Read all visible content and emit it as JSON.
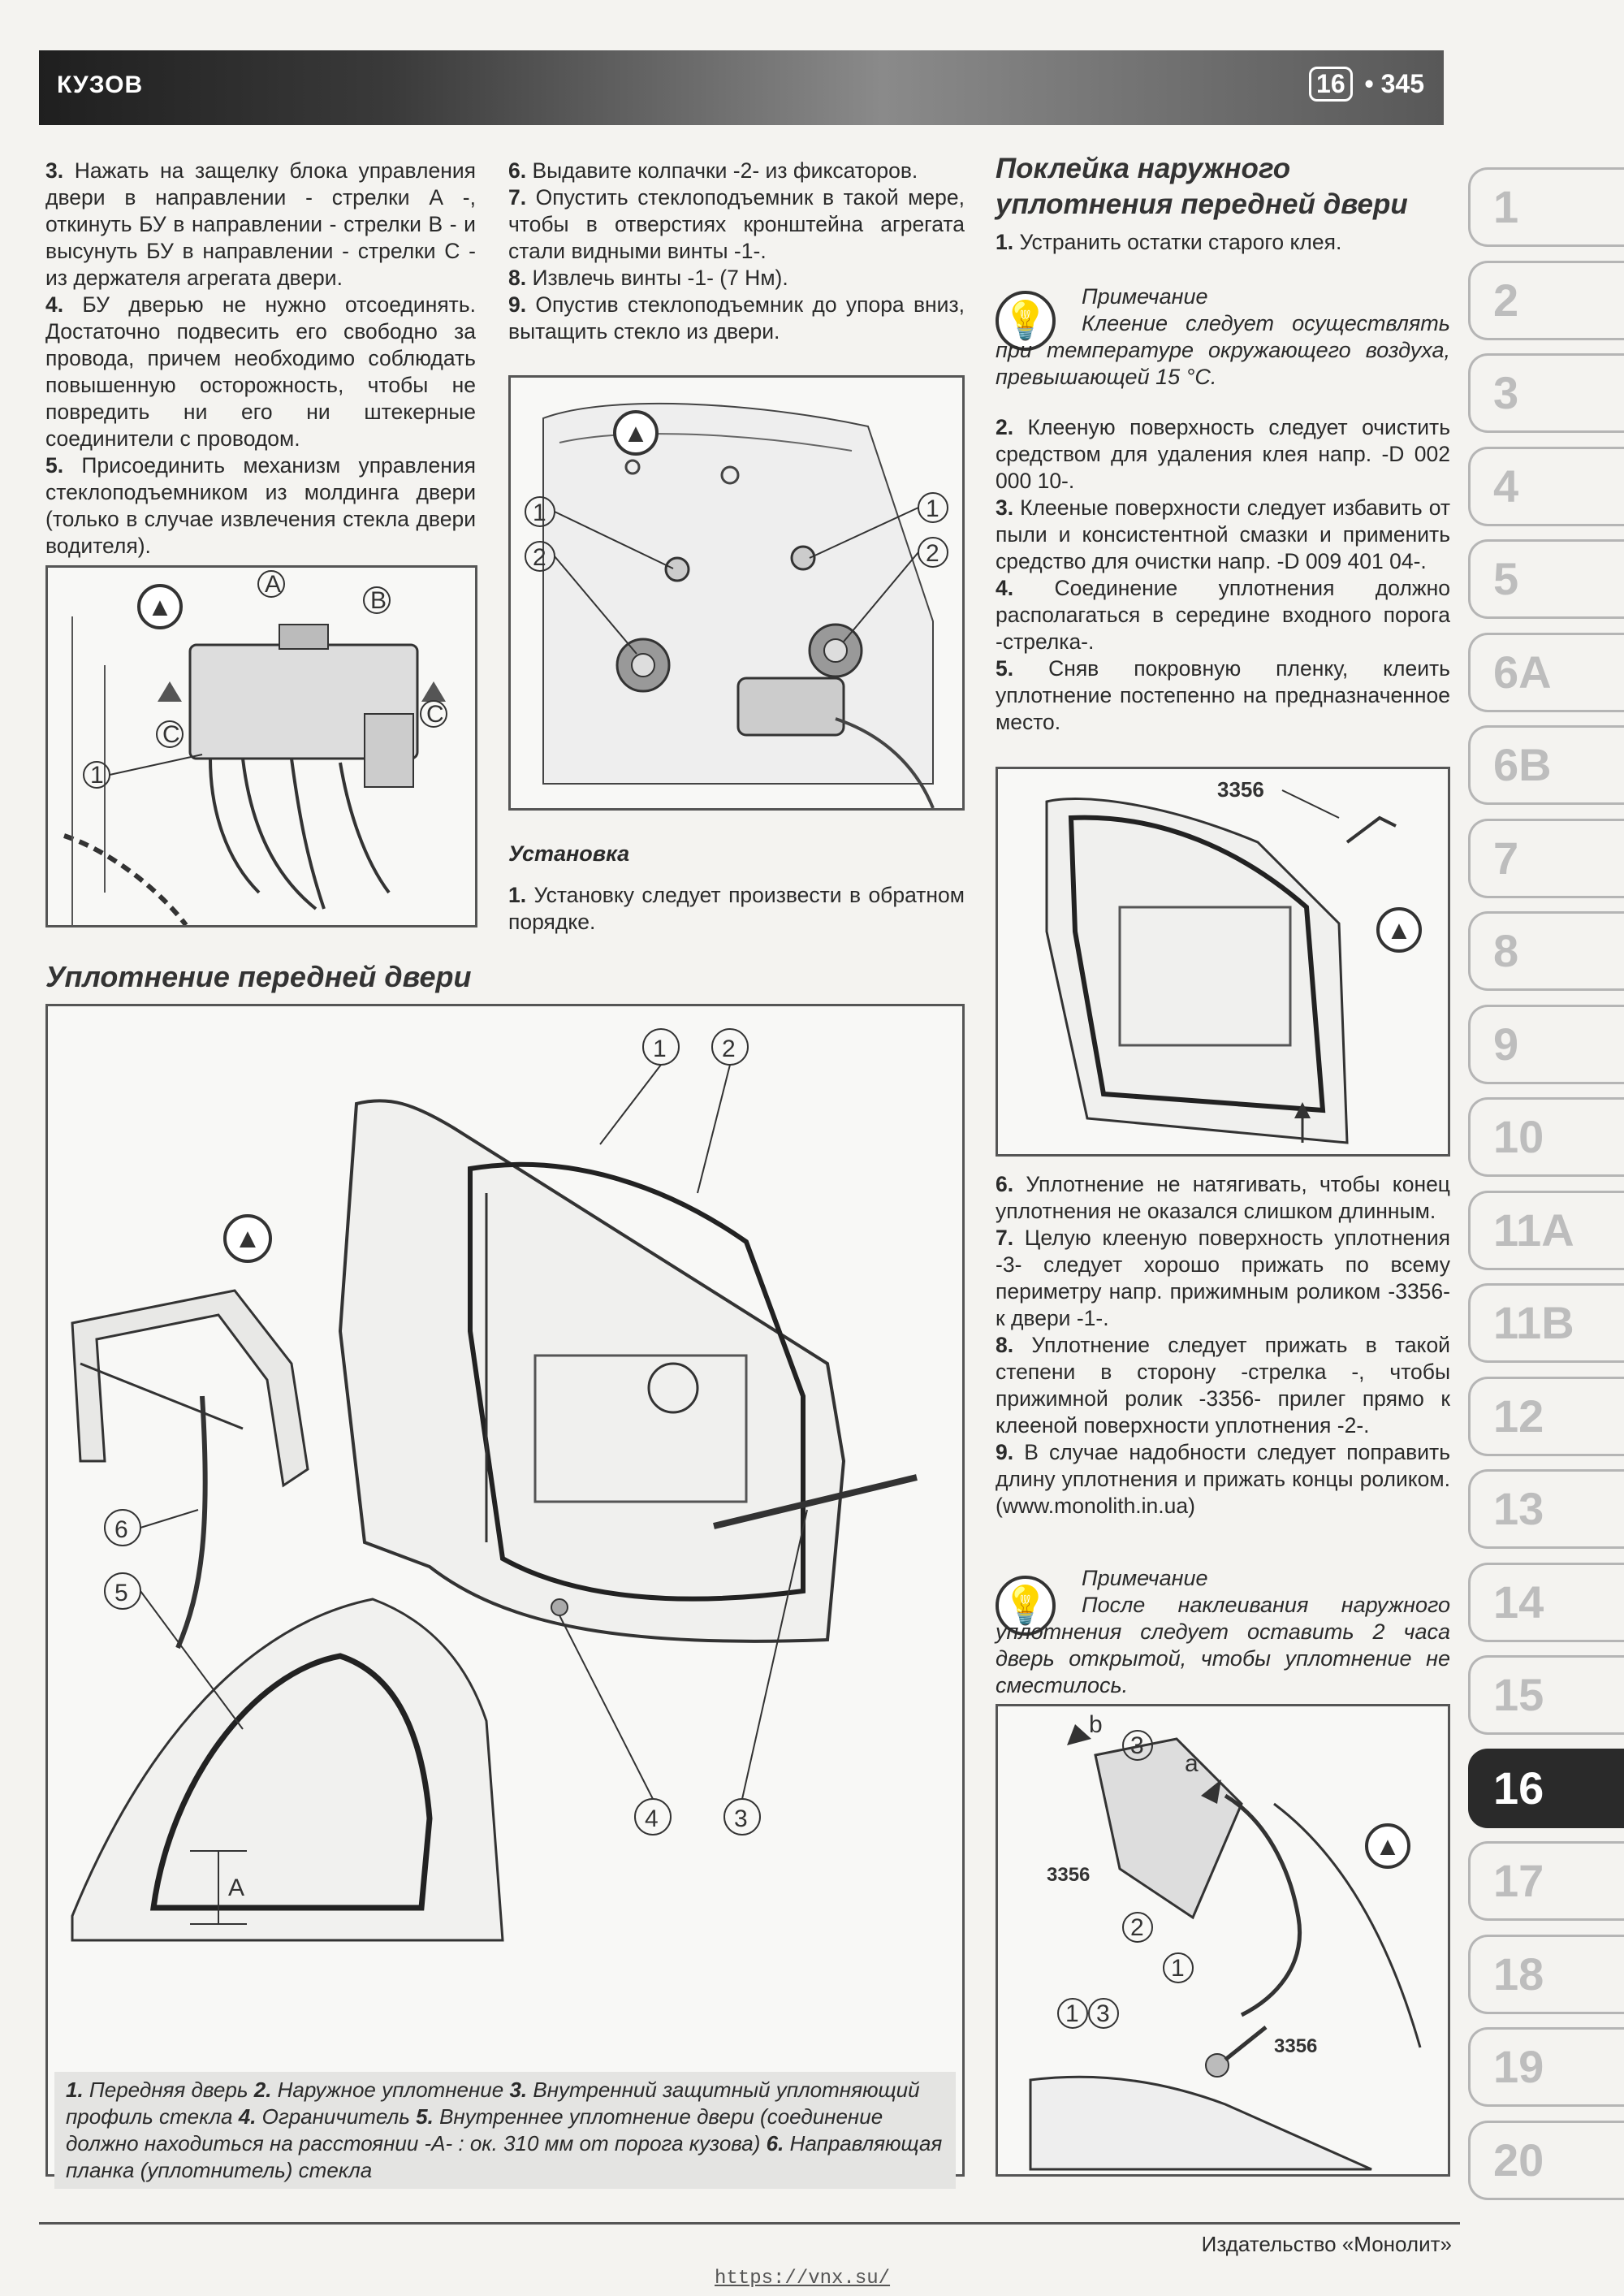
{
  "header": {
    "section": "КУЗОВ",
    "chapter": "16",
    "bullet": "•",
    "page": "345"
  },
  "col1": {
    "items": [
      {
        "num": "3.",
        "text": "Нажать на защелку блока управления двери в направлении - стрелки А -, откинуть БУ в направлении - стрелки В - и высунуть БУ в направлении - стрелки С - из держателя агрегата двери."
      },
      {
        "num": "4.",
        "text": "БУ дверью не нужно отсоединять. Достаточно подвесить его свободно за провода, причем необходимо соблюдать повышенную осторожность, чтобы не повредить ни его ни штекерные соединители с проводом."
      },
      {
        "num": "5.",
        "text": "Присоединить механизм управления стеклоподъемником из молдинга двери (только в случае извлечения стекла двери водителя)."
      }
    ],
    "fig_labels": {
      "a": "A",
      "b": "B",
      "c": "C",
      "one": "1"
    }
  },
  "col2": {
    "items": [
      {
        "num": "6.",
        "text": "Выдавите колпачки -2- из фиксаторов."
      },
      {
        "num": "7.",
        "text": "Опустить стеклоподъемник в такой мере, чтобы в отверстиях кронштейна агрегата стали видными винты -1-."
      },
      {
        "num": "8.",
        "text": "Извлечь винты -1- (7 Нм)."
      },
      {
        "num": "9.",
        "text": "Опустив стеклоподъемник до упора вниз, вытащить стекло из двери."
      }
    ],
    "fig_labels": {
      "one": "1",
      "two": "2"
    },
    "install_title": "Установка",
    "install_item": {
      "num": "1.",
      "text": "Установку следует произвести в обратном порядке."
    }
  },
  "col3": {
    "title": "Поклейка наружного уплотнения передней двери",
    "item1": {
      "num": "1.",
      "text": "Устранить остатки старого клея."
    },
    "note1": {
      "title": "Примечание",
      "text": "Клеение следует осуществлять при температуре окружающего воздуха, превышающей 15 °С."
    },
    "items": [
      {
        "num": "2.",
        "text": "Клееную поверхность следует очистить средством для удаления клея напр. -D 002 000 10-."
      },
      {
        "num": "3.",
        "text": "Клееные поверхности следует избавить от пыли и консистентной смазки и применить средство для очистки напр. -D 009 401 04-."
      },
      {
        "num": "4.",
        "text": "Соединение уплотнения должно располагаться в середине входного порога -стрелка-."
      },
      {
        "num": "5.",
        "text": "Сняв покровную пленку, клеить уплотнение постепенно на предназначенное место."
      }
    ],
    "fig1_label": "3356",
    "items2": [
      {
        "num": "6.",
        "text": "Уплотнение не натягивать, чтобы конец уплотнения не оказался слишком длинным."
      },
      {
        "num": "7.",
        "text": "Целую клееную поверхность уплотнения -3- следует хорошо прижать по всему периметру напр. прижимным роликом -3356- к двери -1-."
      },
      {
        "num": "8.",
        "text": "Уплотнение следует прижать в такой степени в сторону -стрелка -, чтобы прижимной ролик -3356- прилег прямо к клееной поверхности уплотнения -2-."
      },
      {
        "num": "9.",
        "text": "В случае надобности следует поправить длину уплотнения и прижать концы роликом. (www.monolith.in.ua)"
      }
    ],
    "note2": {
      "title": "Примечание",
      "text": "После наклеивания наружного уплотнения следует оставить 2 часа дверь открытой, чтобы уплотнение не сместилось."
    },
    "fig2_labels": {
      "b": "b",
      "a": "a",
      "n3356a": "3356",
      "n3356b": "3356",
      "one": "1",
      "two": "2",
      "three": "3"
    }
  },
  "seal_section": {
    "title": "Уплотнение передней двери",
    "fig_labels": {
      "one": "1",
      "two": "2",
      "three": "3",
      "four": "4",
      "five": "5",
      "six": "6",
      "a": "A"
    },
    "caption": [
      {
        "num": "1.",
        "text": "Передняя дверь"
      },
      {
        "num": "2.",
        "text": "Наружное уплотнение"
      },
      {
        "num": "3.",
        "text": "Внутренний защитный уплотняющий профиль стекла"
      },
      {
        "num": "4.",
        "text": "Ограничитель"
      },
      {
        "num": "5.",
        "text": "Внутреннее уплотнение двери (соединение должно находиться на расстоянии -А- : ок. 310 мм от порога кузова)"
      },
      {
        "num": "6.",
        "text": "Направляющая планка (уплотнитель) стекла"
      }
    ]
  },
  "tabs": [
    "1",
    "2",
    "3",
    "4",
    "5",
    "6A",
    "6B",
    "7",
    "8",
    "9",
    "10",
    "11A",
    "11B",
    "12",
    "13",
    "14",
    "15",
    "16",
    "17",
    "18",
    "19",
    "20"
  ],
  "active_tab": "16",
  "footer": {
    "publisher": "Издательство «Монолит»",
    "url": "https://vnx.su/"
  },
  "icons": {
    "note": "lightbulb-icon",
    "manual": "manual-logo-icon"
  }
}
